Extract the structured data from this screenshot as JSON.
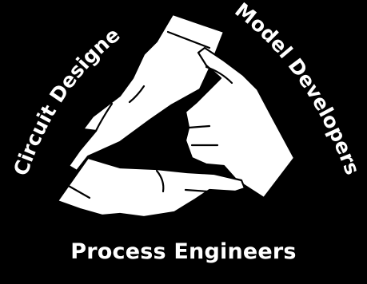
{
  "labels": {
    "left": "Circuit Designers",
    "right": "Model Developers",
    "bottom": "Process Engineers"
  },
  "colors": {
    "background": "#000000",
    "foreground": "#ffffff"
  },
  "icons": [
    "hand-top-icon",
    "hand-right-icon",
    "hand-bottom-icon"
  ]
}
